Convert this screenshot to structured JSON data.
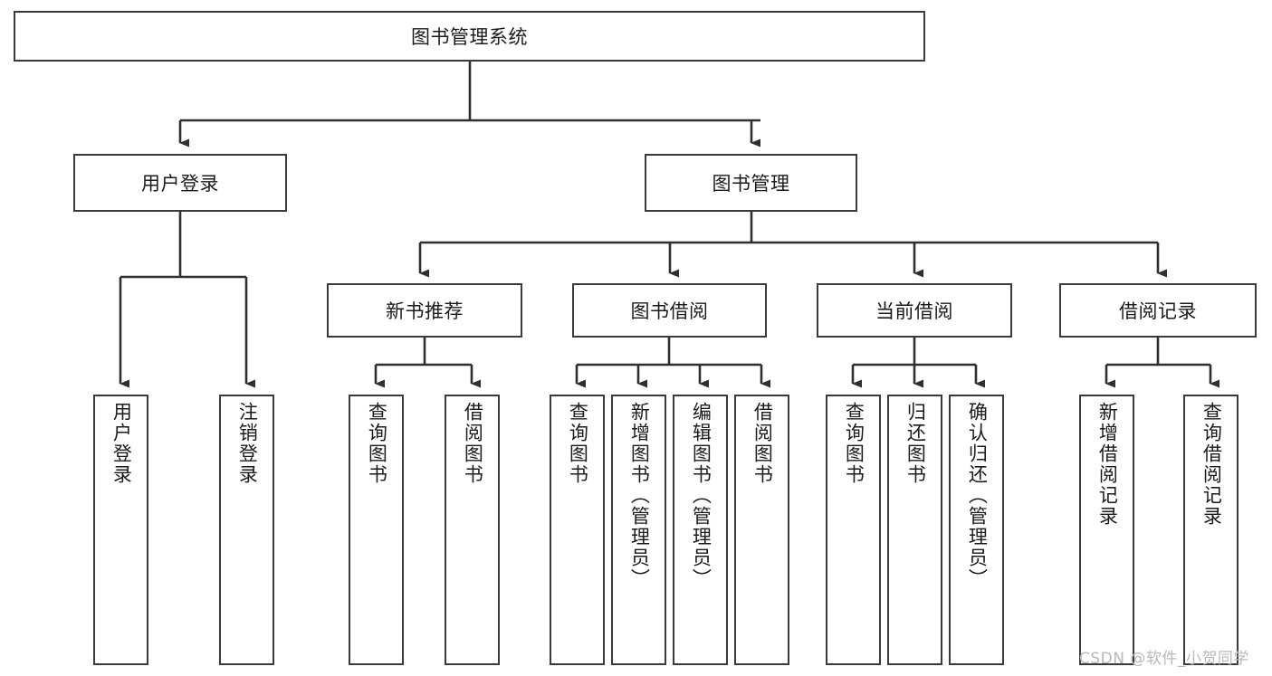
{
  "diagram": {
    "title": "图书管理系统",
    "type": "hierarchy-tree",
    "watermark": "CSDN @软件_小贺同学",
    "colors": {
      "box_stroke": "#3a3a3a",
      "box_fill": "#ffffff",
      "connector": "#2f2f2f",
      "text": "#1b1b1b",
      "watermark": "#b9b9b9"
    },
    "root": {
      "label": "图书管理系统"
    },
    "level2": [
      {
        "label": "用户登录"
      },
      {
        "label": "图书管理"
      }
    ],
    "level3": [
      {
        "label": "新书推荐"
      },
      {
        "label": "图书借阅"
      },
      {
        "label": "当前借阅"
      },
      {
        "label": "借阅记录"
      }
    ],
    "leaves": {
      "user_login": [
        {
          "label": "用户登录"
        },
        {
          "label": "注销登录"
        }
      ],
      "new_book_recommend": [
        {
          "label": "查询图书"
        },
        {
          "label": "借阅图书"
        }
      ],
      "book_borrow": [
        {
          "label": "查询图书"
        },
        {
          "label": "新增图书（管理员）"
        },
        {
          "label": "编辑图书（管理员）"
        },
        {
          "label": "借阅图书"
        }
      ],
      "current_borrow": [
        {
          "label": "查询图书"
        },
        {
          "label": "归还图书"
        },
        {
          "label": "确认归还（管理员）"
        }
      ],
      "borrow_records": [
        {
          "label": "新增借阅记录"
        },
        {
          "label": "查询借阅记录"
        }
      ]
    }
  }
}
